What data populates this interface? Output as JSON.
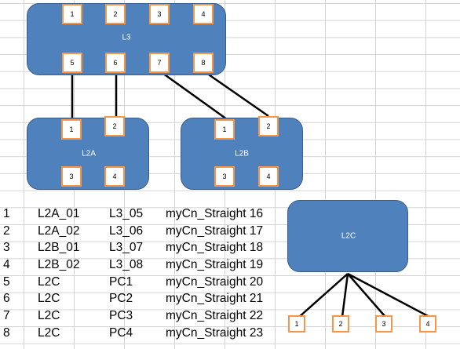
{
  "colors": {
    "switch_fill": "#4f81bd",
    "port_border": "#f79646",
    "wire": "#000000"
  },
  "switches": [
    {
      "id": "L3",
      "label": "L3",
      "ports": [
        "1",
        "2",
        "3",
        "4",
        "5",
        "6",
        "7",
        "8"
      ]
    },
    {
      "id": "L2A",
      "label": "L2A",
      "ports": [
        "1",
        "2",
        "3",
        "4"
      ]
    },
    {
      "id": "L2B",
      "label": "L2B",
      "ports": [
        "1",
        "2",
        "3",
        "4"
      ]
    },
    {
      "id": "L2C",
      "label": "L2C",
      "ports": []
    }
  ],
  "pcs": [
    "1",
    "2",
    "3",
    "4"
  ],
  "connections": [
    {
      "idx": "1",
      "from": "L2A_01",
      "to": "L3_05",
      "cable": "myCn_Straight 16"
    },
    {
      "idx": "2",
      "from": "L2A_02",
      "to": "L3_06",
      "cable": "myCn_Straight 17"
    },
    {
      "idx": "3",
      "from": "L2B_01",
      "to": "L3_07",
      "cable": "myCn_Straight 18"
    },
    {
      "idx": "4",
      "from": "L2B_02",
      "to": "L3_08",
      "cable": "myCn_Straight 19"
    },
    {
      "idx": "5",
      "from": "L2C",
      "to": "PC1",
      "cable": "myCn_Straight 20"
    },
    {
      "idx": "6",
      "from": "L2C",
      "to": "PC2",
      "cable": "myCn_Straight 21"
    },
    {
      "idx": "7",
      "from": "L2C",
      "to": "PC3",
      "cable": "myCn_Straight 22"
    },
    {
      "idx": "8",
      "from": "L2C",
      "to": "PC4",
      "cable": "myCn_Straight 23"
    }
  ]
}
